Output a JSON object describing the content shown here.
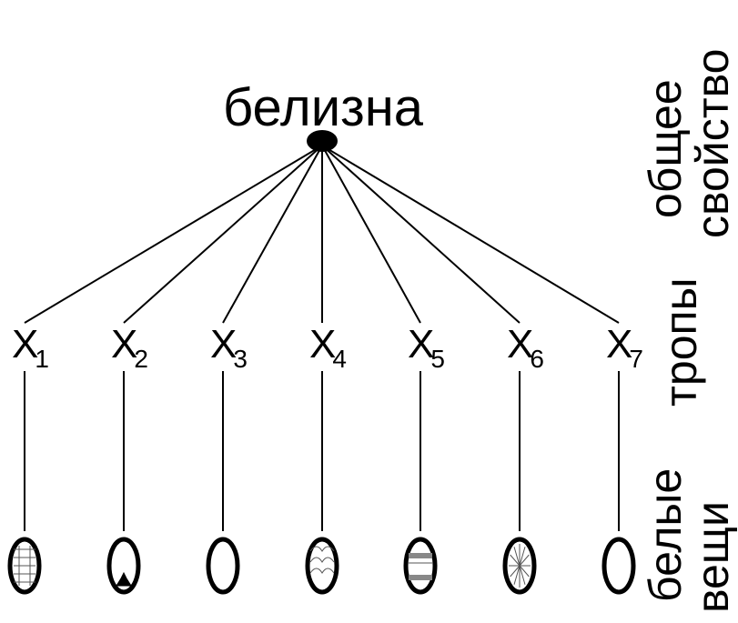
{
  "root_label": "белизна",
  "tropes": [
    {
      "name": "X",
      "index": "1"
    },
    {
      "name": "X",
      "index": "2"
    },
    {
      "name": "X",
      "index": "3"
    },
    {
      "name": "X",
      "index": "4"
    },
    {
      "name": "X",
      "index": "5"
    },
    {
      "name": "X",
      "index": "6"
    },
    {
      "name": "X",
      "index": "7"
    }
  ],
  "side_labels": {
    "property_line1": "общее",
    "property_line2": "свойство",
    "tropes": "тропы",
    "things_line1": "белые",
    "things_line2": "вещи"
  },
  "things": [
    {
      "pattern": "grid-cells"
    },
    {
      "pattern": "leaf"
    },
    {
      "pattern": "plain"
    },
    {
      "pattern": "scales"
    },
    {
      "pattern": "band"
    },
    {
      "pattern": "radial"
    },
    {
      "pattern": "plain"
    }
  ]
}
